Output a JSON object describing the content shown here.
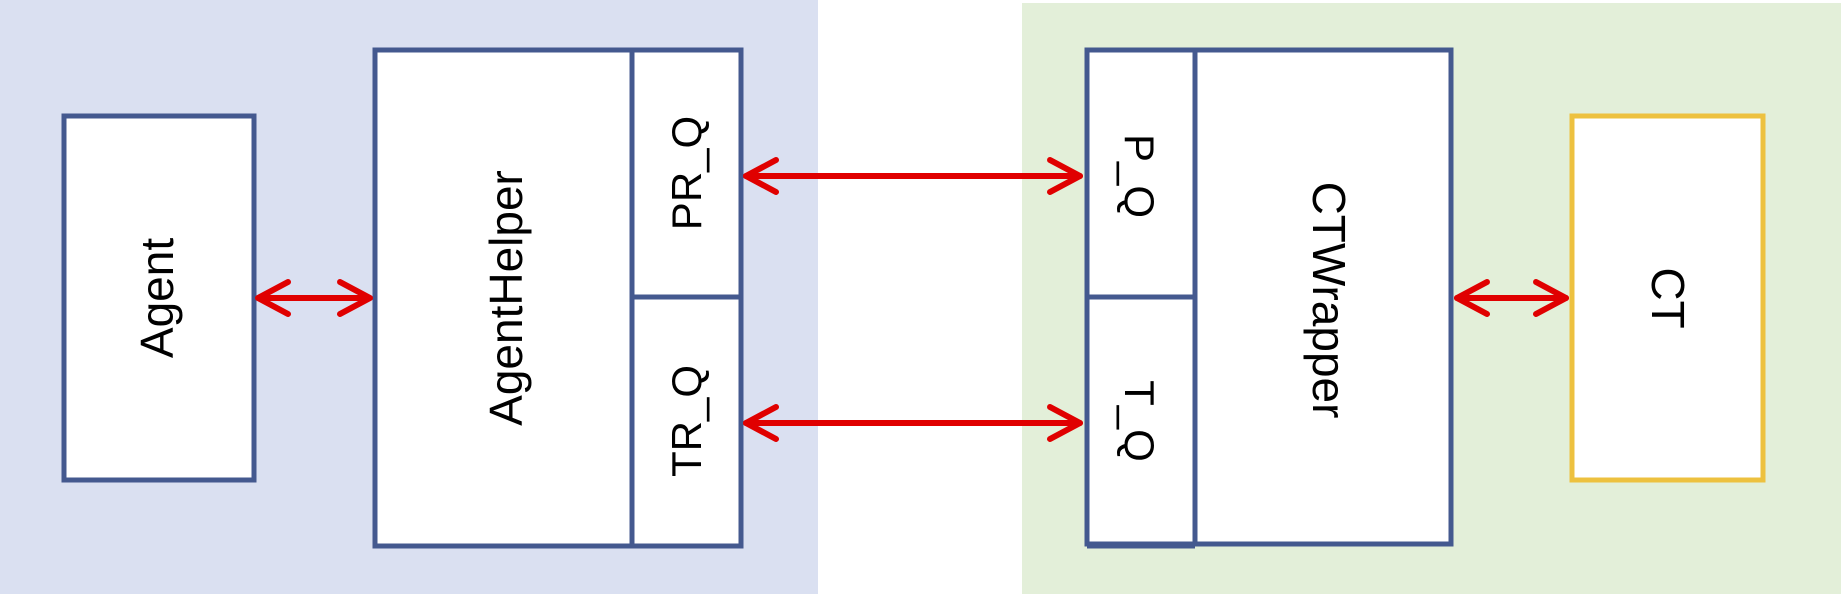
{
  "colors": {
    "left_region_bg": "#dae0f1",
    "right_region_bg": "#e3efd9",
    "box_border": "#44598f",
    "ct_border": "#edc13f",
    "box_fill": "#ffffff",
    "arrow": "#e00000"
  },
  "nodes": {
    "agent": "Agent",
    "agent_helper": "AgentHelper",
    "pr_q": "PR_Q",
    "tr_q": "TR_Q",
    "p_q": "P_Q",
    "t_q": "T_Q",
    "ct_wrapper": "CTWrapper",
    "ct": "CT"
  },
  "connections": [
    {
      "from": "Agent",
      "to": "AgentHelper",
      "type": "bidirectional"
    },
    {
      "from": "PR_Q",
      "to": "P_Q",
      "type": "bidirectional"
    },
    {
      "from": "TR_Q",
      "to": "T_Q",
      "type": "bidirectional"
    },
    {
      "from": "CTWrapper",
      "to": "CT",
      "type": "bidirectional"
    }
  ]
}
